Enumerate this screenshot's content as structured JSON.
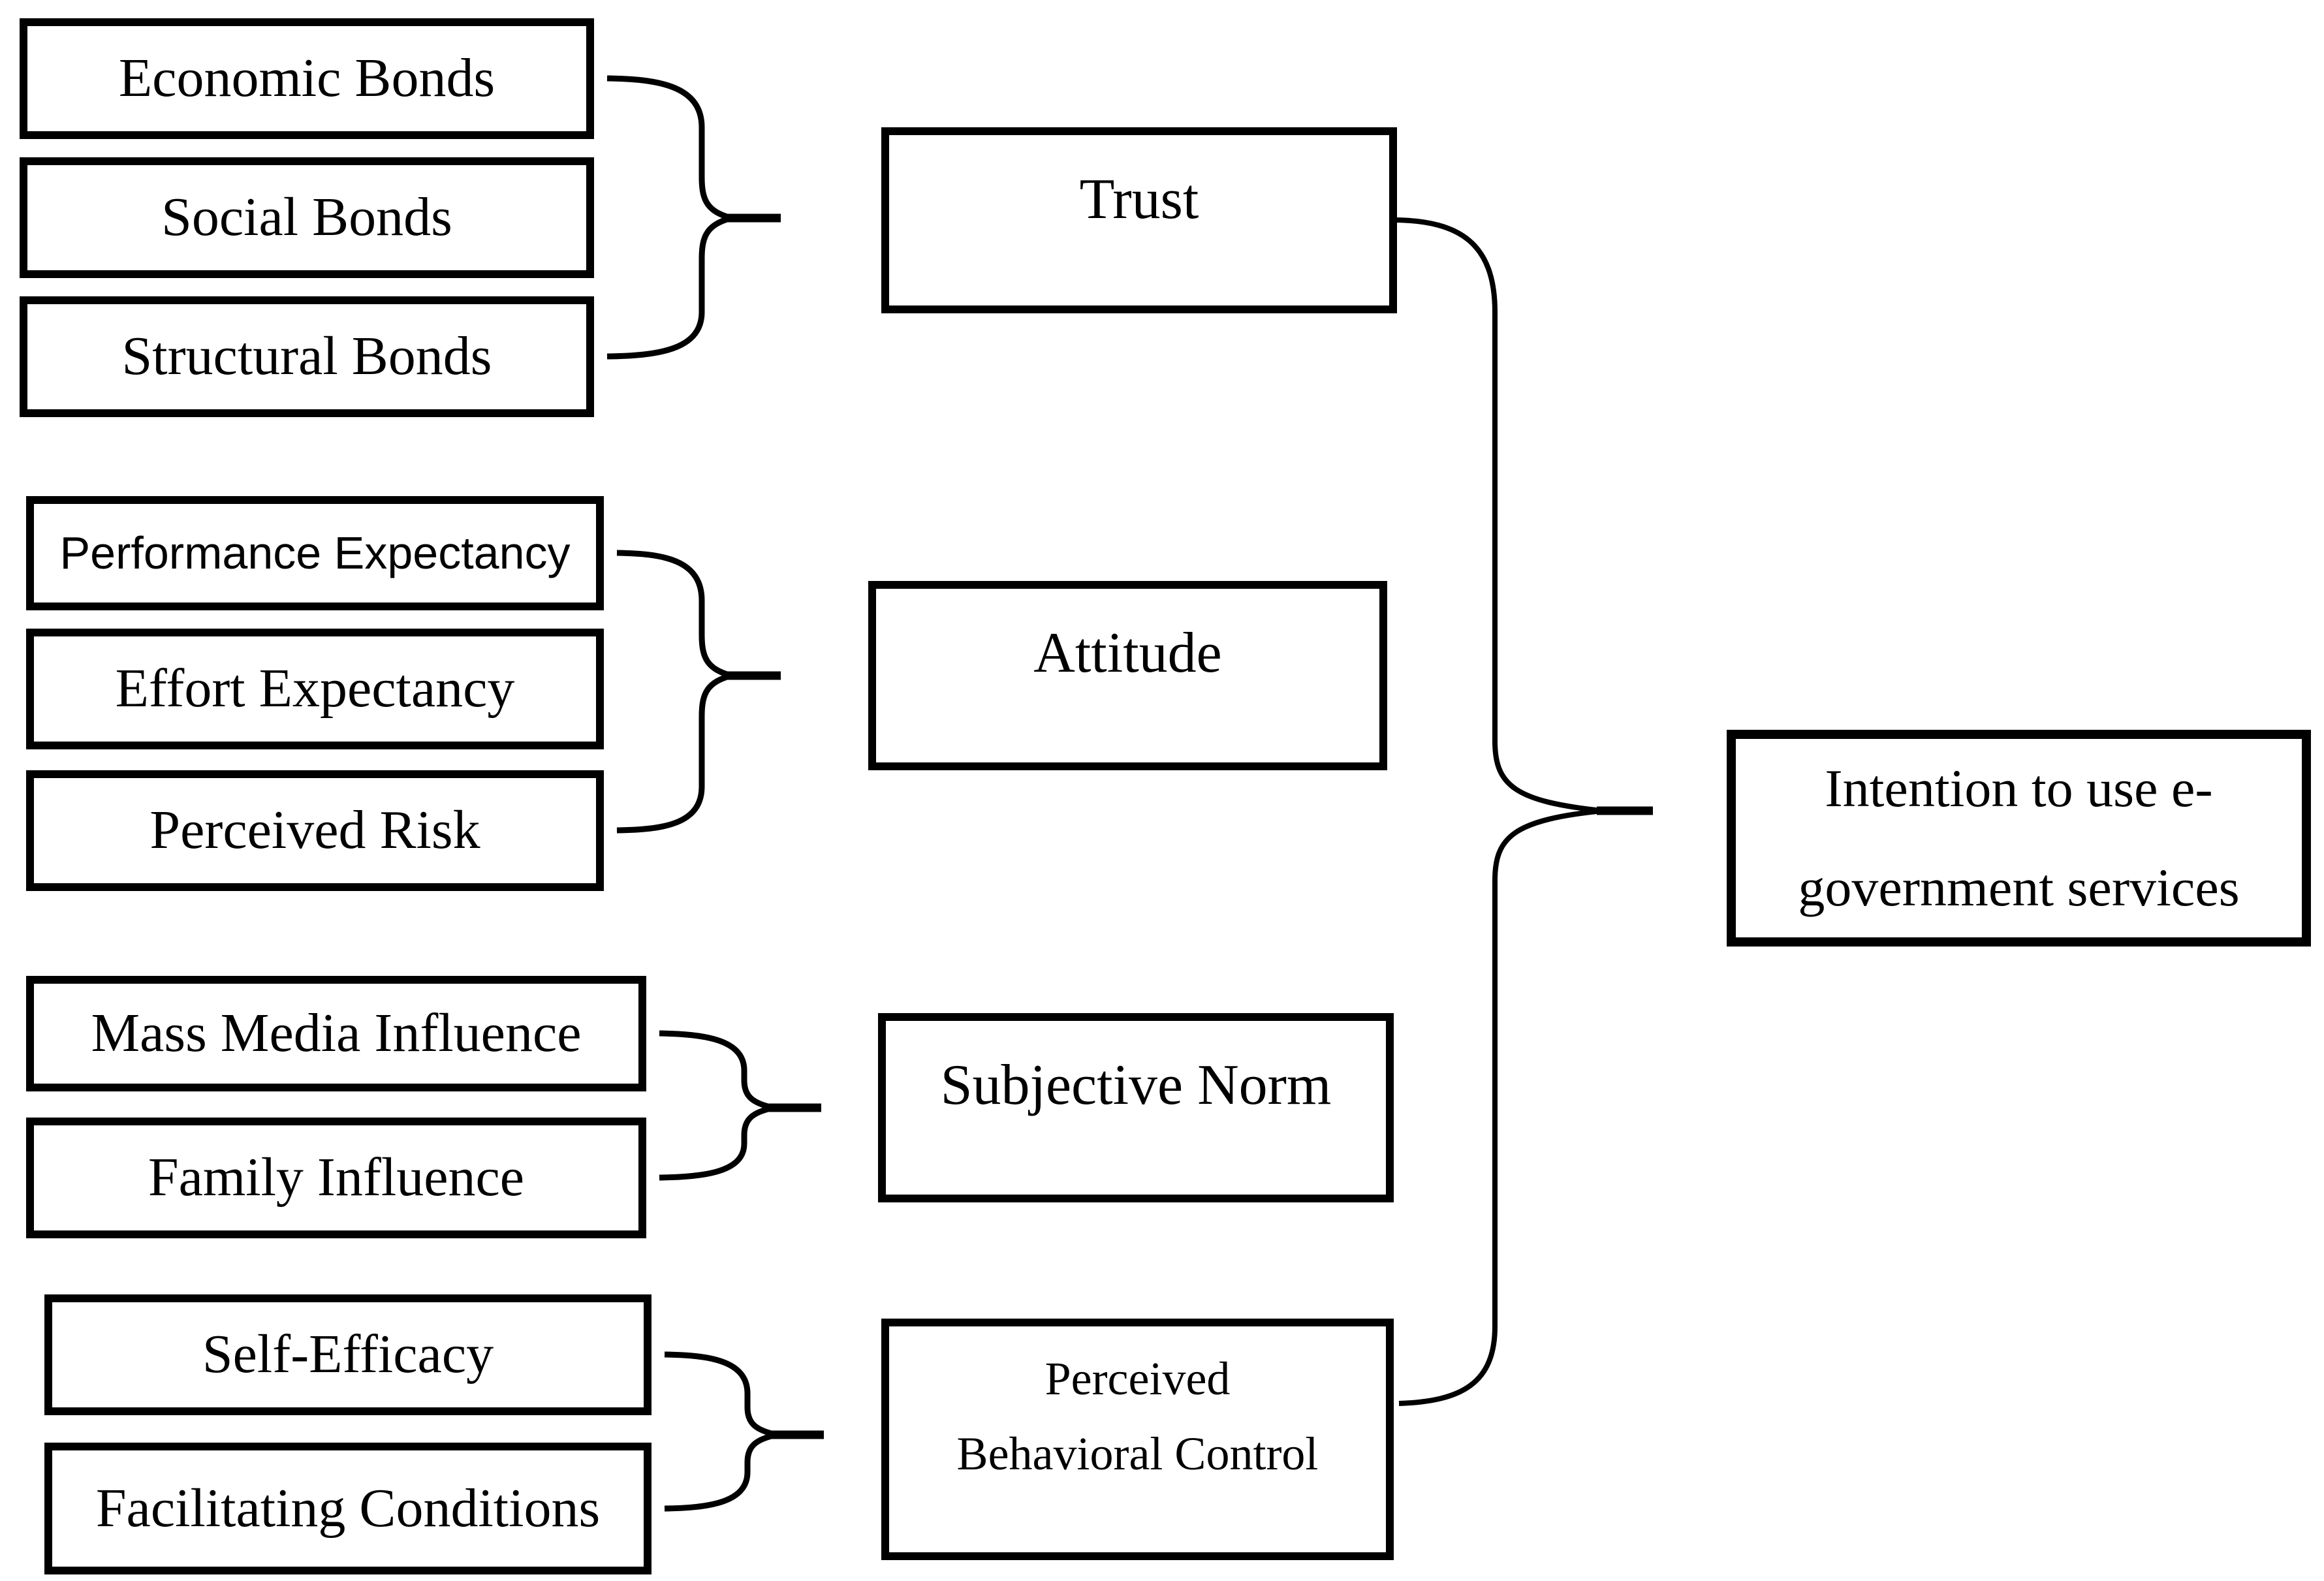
{
  "canvas": {
    "background_color": "#ffffff",
    "line_color": "#000000"
  },
  "nodes": {
    "economic_bonds": {
      "label": "Economic Bonds"
    },
    "social_bonds": {
      "label": "Social Bonds"
    },
    "structural_bonds": {
      "label": "Structural Bonds"
    },
    "performance_expectancy": {
      "label": "Performance Expectancy"
    },
    "effort_expectancy": {
      "label": "Effort Expectancy"
    },
    "perceived_risk": {
      "label": "Perceived Risk"
    },
    "mass_media_influence": {
      "label": "Mass Media Influence"
    },
    "family_influence": {
      "label": "Family Influence"
    },
    "self_efficacy": {
      "label": "Self-Efficacy"
    },
    "facilitating_conditions": {
      "label": "Facilitating Conditions"
    },
    "trust": {
      "label": "Trust"
    },
    "attitude": {
      "label": "Attitude"
    },
    "subjective_norm": {
      "label": "Subjective Norm"
    },
    "perceived_behavioral_control": {
      "label": "Perceived Behavioral Control",
      "lines": [
        "Perceived",
        "Behavioral Control"
      ]
    },
    "intention": {
      "label": "Intention to use e-government services",
      "lines": [
        "Intention to use e-",
        "government services"
      ]
    }
  },
  "relations": [
    {
      "sources": [
        "Economic Bonds",
        "Social Bonds",
        "Structural Bonds"
      ],
      "target": "Trust",
      "connector": "curly-brace"
    },
    {
      "sources": [
        "Performance Expectancy",
        "Effort Expectancy",
        "Perceived Risk"
      ],
      "target": "Attitude",
      "connector": "curly-brace"
    },
    {
      "sources": [
        "Mass Media Influence",
        "Family Influence"
      ],
      "target": "Subjective Norm",
      "connector": "curly-brace"
    },
    {
      "sources": [
        "Self-Efficacy",
        "Facilitating Conditions"
      ],
      "target": "Perceived Behavioral Control",
      "connector": "curly-brace"
    },
    {
      "sources": [
        "Trust",
        "Attitude",
        "Subjective Norm",
        "Perceived Behavioral Control"
      ],
      "target": "Intention to use e-government services",
      "connector": "curly-brace"
    }
  ]
}
